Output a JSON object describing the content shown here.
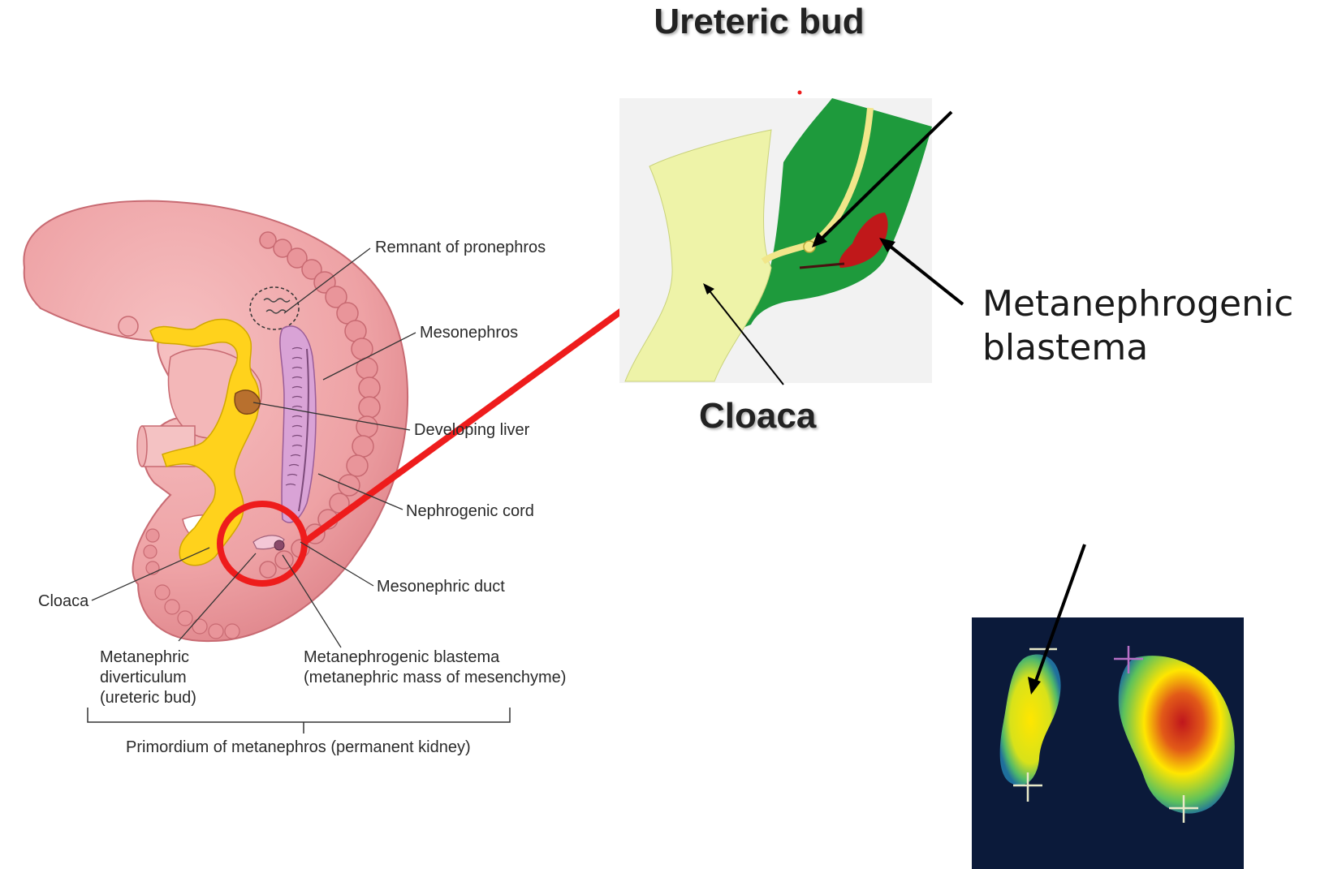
{
  "title": "Ureteric bud",
  "embryo_labels": {
    "remnant_pronephros": "Remnant of pronephros",
    "mesonephros": "Mesonephros",
    "developing_liver": "Developing liver",
    "nephrogenic_cord": "Nephrogenic cord",
    "mesonephric_duct": "Mesonephric duct",
    "cloaca": "Cloaca",
    "metanephric_diverticulum": [
      "Metanephric",
      "diverticulum",
      "(ureteric bud)"
    ],
    "metanephrogenic_blastema": [
      "Metanephrogenic blastema",
      "(metanephric mass of mesenchyme)"
    ],
    "primordium": "Primordium of metanephros (permanent kidney)"
  },
  "detail_labels": {
    "cloaca": "Cloaca",
    "blastema": [
      "Metanephrogenic",
      "blastema"
    ]
  },
  "colors": {
    "embryo_pink": "#efa3a6",
    "embryo_dark_pink": "#d9797f",
    "gut_yellow": "#ffd21c",
    "mesonephros_purple": "#d9a3d6",
    "highlight_red": "#ee1c1c",
    "detail_green": "#1e9a3c",
    "detail_cream": "#eef3a8",
    "blastema_red": "#c0181a",
    "scan_background": "#0b1a3a"
  }
}
